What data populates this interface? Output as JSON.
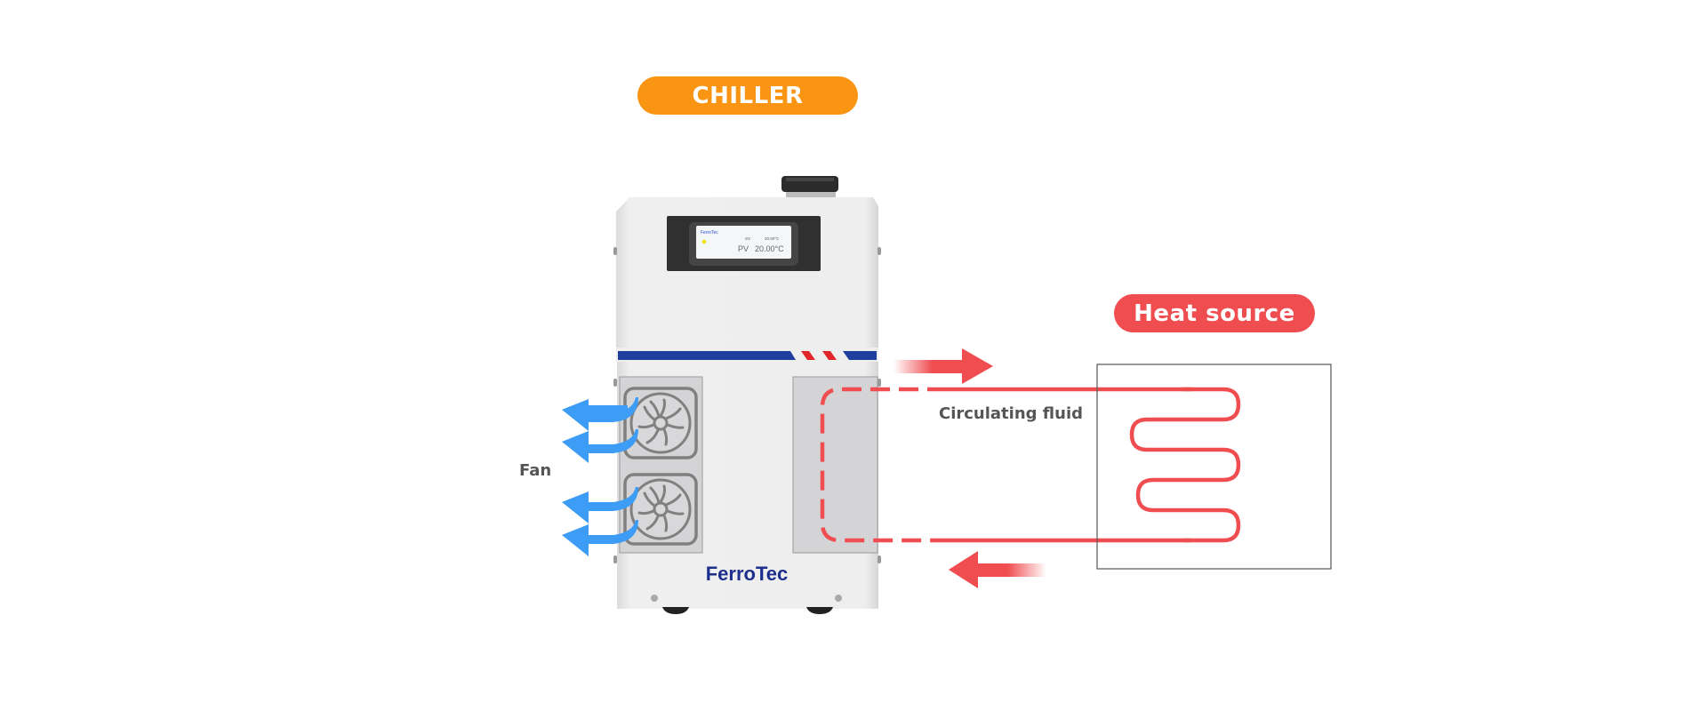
{
  "title_badge": {
    "label": "CHILLER",
    "color": "#fa9514"
  },
  "heat_badge": {
    "label": "Heat source",
    "color": "#f04d50"
  },
  "labels": {
    "fan": "Fan",
    "circulating_fluid": "Circulating fluid"
  },
  "device": {
    "brand": "FerroTec",
    "display": {
      "header": "FerroTec",
      "sv_label": "SV",
      "sv_value": "20.00°C",
      "pv_label": "PV",
      "pv_value": "20.00°C"
    },
    "fan_count": 2
  },
  "colors": {
    "air_flow": "#3d9cf5",
    "fluid": "#f04d50",
    "stripe_blue": "#1f3f9e",
    "stripe_red": "#e2262a",
    "body": "#eaeaea",
    "panel": "#d4d3d5"
  }
}
